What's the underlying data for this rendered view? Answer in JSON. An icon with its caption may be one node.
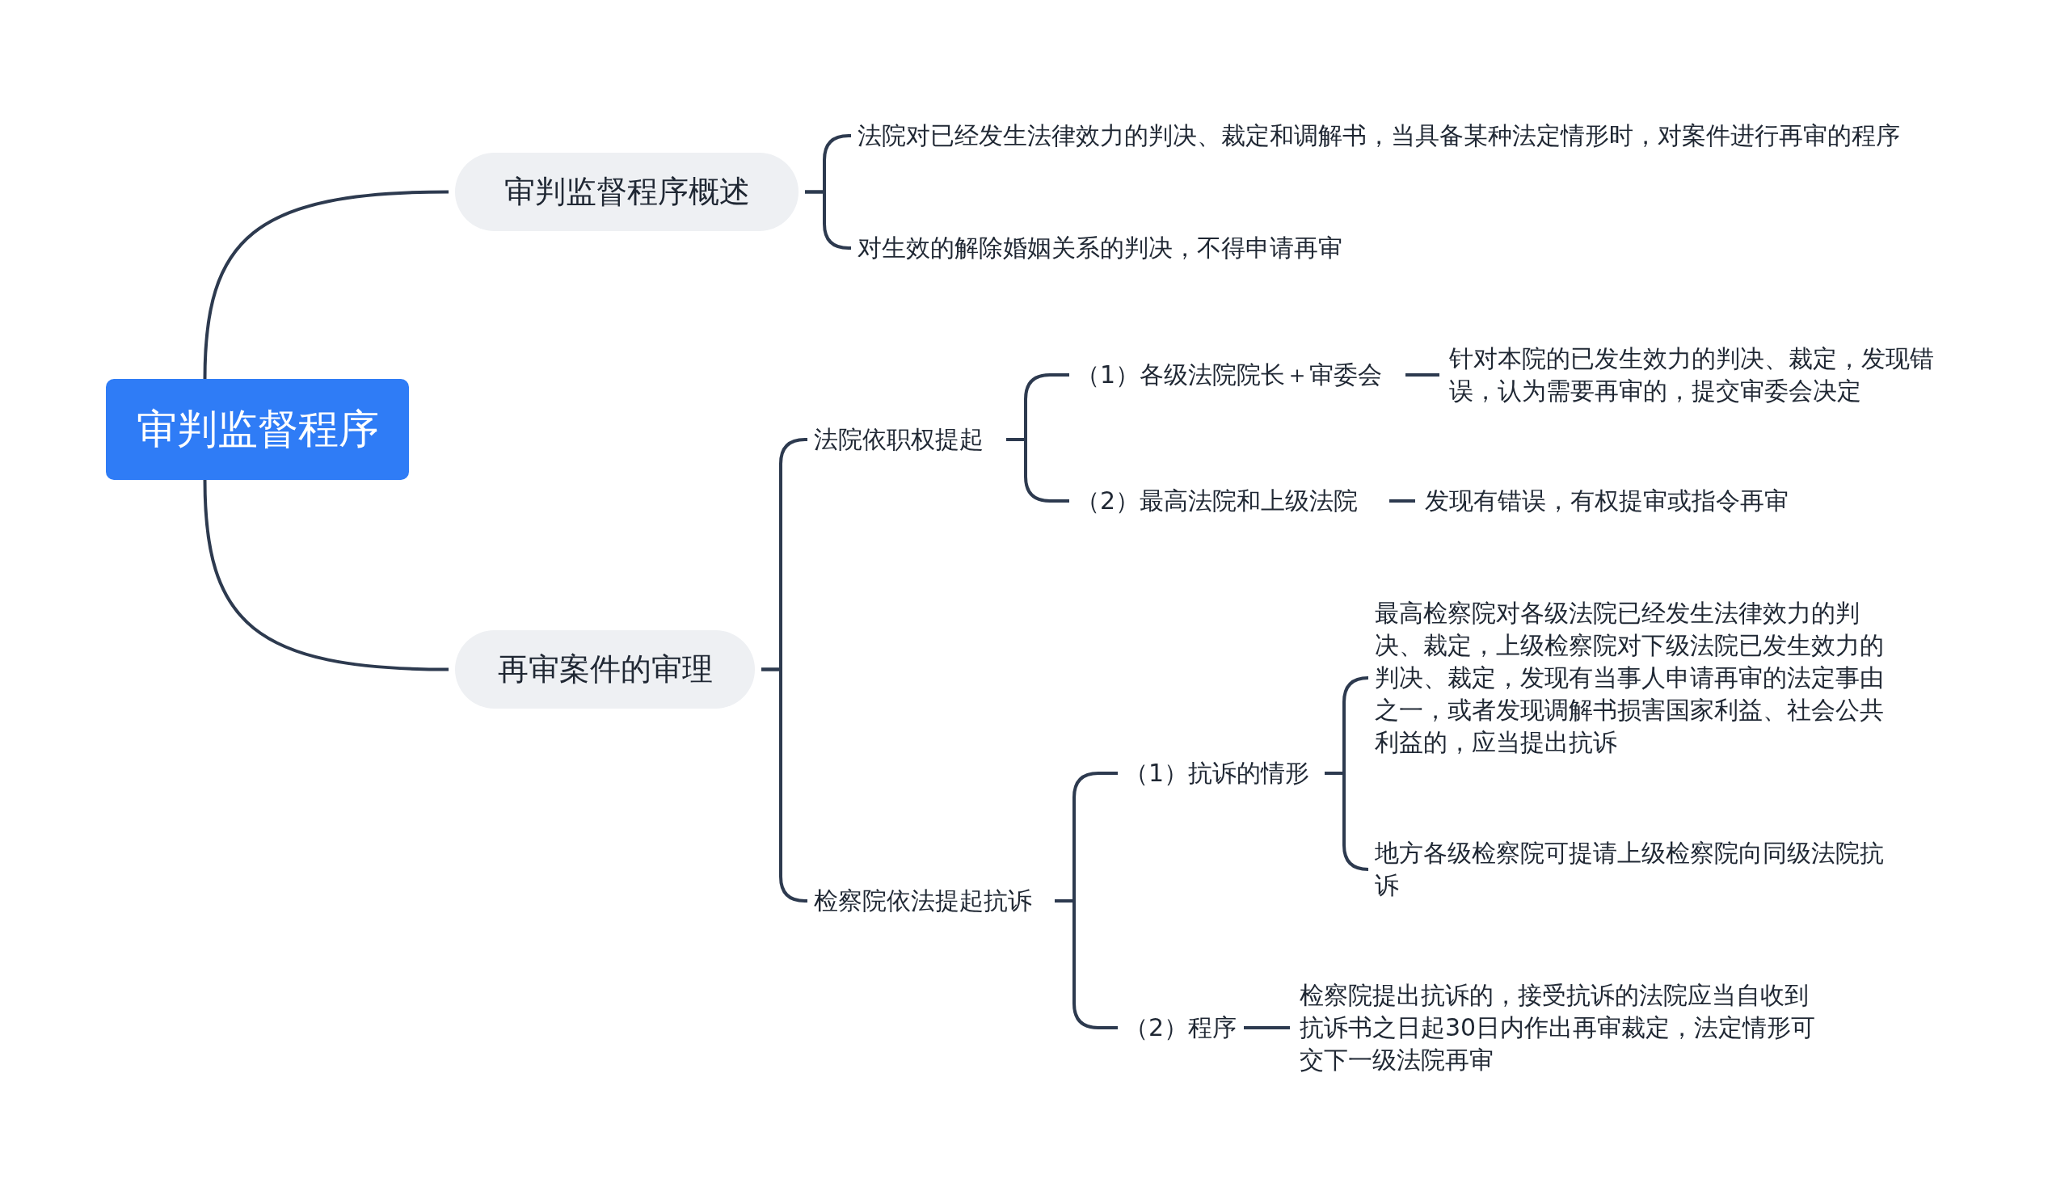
{
  "diagram": {
    "nodes": [
      {
        "text": [
          "审判监督程序"
        ]
      },
      {
        "text": [
          "审判监督程序概述"
        ]
      },
      {
        "text": [
          "法院对已经发生法律效力的判决、裁定和调解书，当具备某种法定情形时，对案件进行再审的程序"
        ]
      },
      {
        "text": [
          "对生效的解除婚姻关系的判决，不得申请再审"
        ]
      },
      {
        "text": [
          "再审案件的审理"
        ]
      },
      {
        "text": [
          "法院依职权提起"
        ]
      },
      {
        "text": [
          "（1）各级法院院长＋审委会"
        ]
      },
      {
        "text": [
          "针对本院的已发生效力的判决、裁定，发现错误，认为需要再审的，提交审委会决定"
        ]
      },
      {
        "text": [
          "（2）最高法院和上级法院"
        ]
      },
      {
        "text": [
          "发现有错误，有权提审或指令再审"
        ]
      },
      {
        "text": [
          "检察院依法提起抗诉"
        ]
      },
      {
        "text": [
          "（1）抗诉的情形"
        ]
      },
      {
        "text": [
          "最高检察院对各级法院已经发生法律效力的判决、裁定，上级检察院对下级法院已发生效力的判决、裁定，发现有当事人申请再审的法定事由之一，或者发现调解书损害国家利益、社会公共利益的，应当提出抗诉"
        ]
      },
      {
        "text": [
          "地方各级检察院可提请上级检察院向同级法院抗诉"
        ]
      },
      {
        "text": [
          "（2）程序"
        ]
      },
      {
        "text": [
          "检察院提出抗诉的，接受抗诉的法院应当自收到抗诉书之日起30日内作出再审裁定，法定情形可交下一级法院再审"
        ]
      }
    ],
    "edges": [
      {
        "from": 0,
        "to": 1,
        "arrow": "none"
      },
      {
        "from": 0,
        "to": 4,
        "arrow": "none"
      },
      {
        "from": 1,
        "to": 2,
        "arrow": "none"
      },
      {
        "from": 1,
        "to": 3,
        "arrow": "none"
      },
      {
        "from": 4,
        "to": 5,
        "arrow": "none"
      },
      {
        "from": 4,
        "to": 10,
        "arrow": "none"
      },
      {
        "from": 5,
        "to": 6,
        "arrow": "none"
      },
      {
        "from": 5,
        "to": 8,
        "arrow": "none"
      },
      {
        "from": 6,
        "to": 7,
        "arrow": "none"
      },
      {
        "from": 8,
        "to": 9,
        "arrow": "none"
      },
      {
        "from": 10,
        "to": 11,
        "arrow": "none"
      },
      {
        "from": 10,
        "to": 14,
        "arrow": "none"
      },
      {
        "from": 11,
        "to": 12,
        "arrow": "none"
      },
      {
        "from": 11,
        "to": 13,
        "arrow": "none"
      },
      {
        "from": 14,
        "to": 15,
        "arrow": "none"
      }
    ]
  }
}
